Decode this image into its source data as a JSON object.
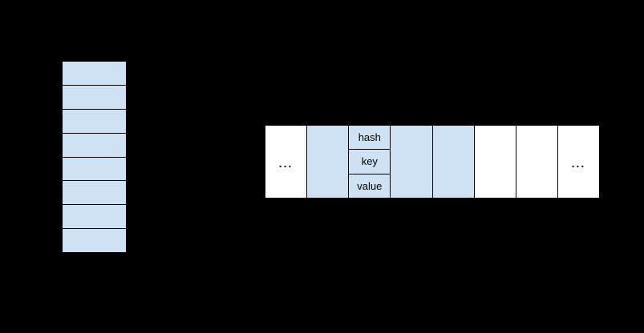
{
  "colors": {
    "background": "#000000",
    "filled_cell": "#cfe2f3",
    "empty_cell": "#ffffff",
    "border": "#000000",
    "text": "#000000"
  },
  "indices_array": {
    "cell_count": 8,
    "cells": [
      "",
      "",
      "",
      "",
      "",
      "",
      "",
      ""
    ]
  },
  "entries_array": {
    "cell_count": 8,
    "cells": [
      {
        "type": "ellipsis",
        "label": "..."
      },
      {
        "type": "filled",
        "label": ""
      },
      {
        "type": "entry",
        "fields": [
          "hash",
          "key",
          "value"
        ]
      },
      {
        "type": "filled",
        "label": ""
      },
      {
        "type": "filled",
        "label": ""
      },
      {
        "type": "empty",
        "label": ""
      },
      {
        "type": "empty",
        "label": ""
      },
      {
        "type": "ellipsis",
        "label": "..."
      }
    ]
  }
}
